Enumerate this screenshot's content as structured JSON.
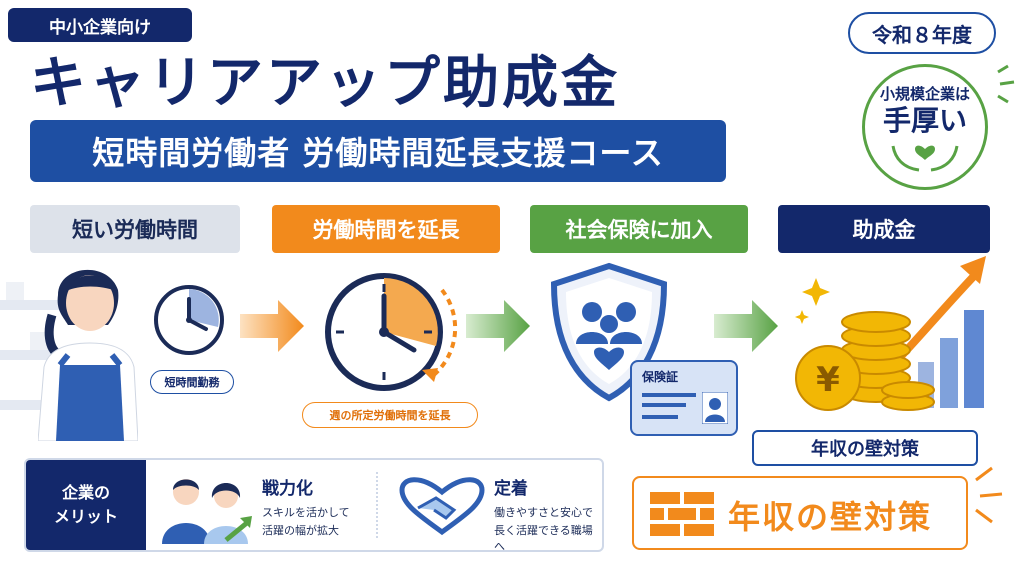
{
  "target_badge": "中小企業向け",
  "title": "キャリアアップ助成金",
  "subtitle": "短時間労働者 労働時間延長支援コース",
  "year_badge": "令和８年度",
  "small_company": {
    "line1": "小規模企業は",
    "line2": "手厚い"
  },
  "steps": [
    {
      "label": "短い労働時間",
      "caption": "短時間勤務"
    },
    {
      "label": "労働時間を延長",
      "caption": "週の所定労働時間を延長"
    },
    {
      "label": "社会保険に加入",
      "caption": "保険証"
    },
    {
      "label": "助成金",
      "caption": "年収の壁対策"
    }
  ],
  "merit": {
    "heading_line1": "企業の",
    "heading_line2": "メリット",
    "items": [
      {
        "title": "戦力化",
        "line1": "スキルを活かして",
        "line2": "活躍の幅が拡大"
      },
      {
        "title": "定着",
        "line1": "働きやすさと安心で",
        "line2": "長く活躍できる職場へ"
      }
    ]
  },
  "wall_box": "年収の壁対策",
  "coin_symbol": "¥",
  "colors": {
    "navy": "#13286b",
    "blue": "#1e4fa3",
    "orange": "#f28a1c",
    "green": "#58a244",
    "gold": "#f2b705"
  }
}
